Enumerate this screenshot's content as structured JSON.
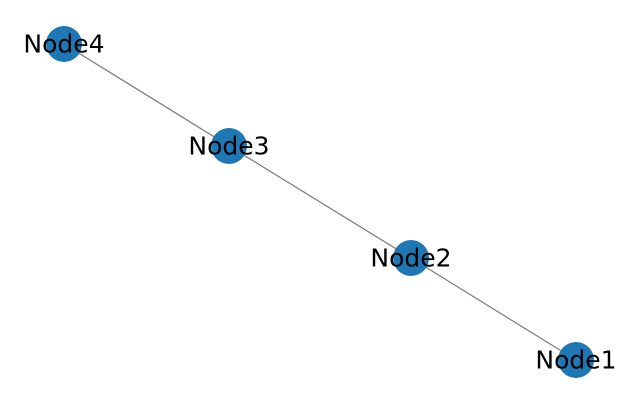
{
  "graph": {
    "node_color": "#1f77b4",
    "edge_color": "#808080",
    "nodes": [
      {
        "id": "Node1",
        "label": "Node1"
      },
      {
        "id": "Node2",
        "label": "Node2"
      },
      {
        "id": "Node3",
        "label": "Node3"
      },
      {
        "id": "Node4",
        "label": "Node4"
      }
    ],
    "edges": [
      {
        "source": "Node1",
        "target": "Node2"
      },
      {
        "source": "Node2",
        "target": "Node3"
      },
      {
        "source": "Node3",
        "target": "Node4"
      }
    ]
  }
}
